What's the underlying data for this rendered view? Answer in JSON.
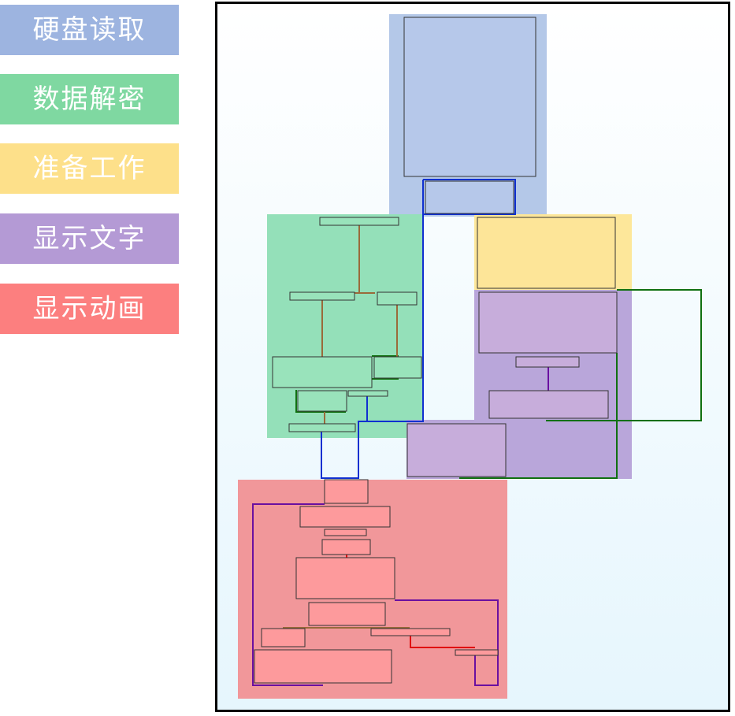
{
  "legend": [
    {
      "label": "硬盘读取",
      "color": "#9db4e0"
    },
    {
      "label": "数据解密",
      "color": "#7fd8a1"
    },
    {
      "label": "准备工作",
      "color": "#fde08a"
    },
    {
      "label": "显示文字",
      "color": "#b49ad5"
    },
    {
      "label": "显示动画",
      "color": "#fc7f7f"
    }
  ],
  "colors": {
    "disk_region": "#b4c8e8",
    "disk_box": "#b6c8ea",
    "decrypt_region": "#94e0b9",
    "decrypt_box": "#99e3bb",
    "prep_region": "#fde79a",
    "prep_box": "#fde598",
    "text_region": "#b9a6da",
    "text_box": "#c7addb",
    "anim_region": "#f1979a",
    "anim_box": "#fd9a9c",
    "edge_blue": "#1030d0",
    "edge_green": "#107010",
    "edge_purple": "#6a10a0",
    "edge_red": "#e01010",
    "edge_brown": "#9a6a3a"
  }
}
